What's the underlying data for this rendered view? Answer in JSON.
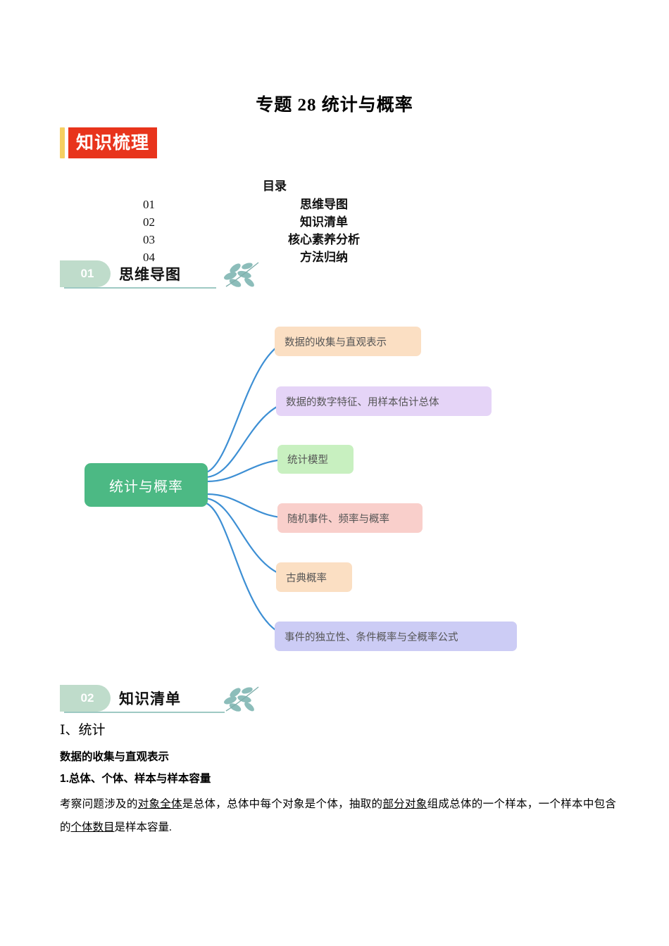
{
  "document": {
    "title": "专题 28  统计与概率",
    "banner_badge": "知识梳理"
  },
  "toc": {
    "heading": "目录",
    "rows": [
      {
        "num": "01",
        "label": "思维导图"
      },
      {
        "num": "02",
        "label": "知识清单"
      },
      {
        "num": "03",
        "label": "核心素养分析"
      },
      {
        "num": "04",
        "label": "方法归纳"
      }
    ]
  },
  "sections": [
    {
      "num": "01",
      "title": "思维导图"
    },
    {
      "num": "02",
      "title": "知识清单"
    }
  ],
  "mindmap": {
    "root": "统计与概率",
    "branches": [
      {
        "label": "数据的收集与直观表示",
        "color": "#FBDFC3"
      },
      {
        "label": "数据的数字特征、用样本估计总体",
        "color": "#E5D4F7"
      },
      {
        "label": "统计模型",
        "color": "#C8F0C0"
      },
      {
        "label": "随机事件、频率与概率",
        "color": "#F9CFCB"
      },
      {
        "label": "古典概率",
        "color": "#FBDFC3"
      },
      {
        "label": "事件的独立性、条件概率与全概率公式",
        "color": "#CCCCF5"
      }
    ],
    "root_color": "#4CB984",
    "connector_color": "#3D8FD4"
  },
  "content": {
    "roman_heading": "Ⅰ、统计",
    "sub_heading": "数据的收集与直观表示",
    "item_heading": "1.总体、个体、样本与样本容量",
    "paragraph": {
      "p1": "考察问题涉及的",
      "u1": "对象全体",
      "p2": "是总体，总体中每个对象是个体，抽取的",
      "u2": "部分对象",
      "p3": "组成总体的一个样本，一个样本中包含的",
      "u3": "个体数目",
      "p4": "是样本容量."
    }
  },
  "icons": {
    "leaf_sprig": "leaf-sprig-icon",
    "accent_bar": "accent-bar-icon"
  },
  "colors": {
    "badge_red": "#E8341C",
    "badge_yellow": "#F5CF62",
    "pill_green": "#BFDCCB",
    "leaf_teal": "#84B7B5",
    "rule_teal": "#9EC9C3"
  }
}
